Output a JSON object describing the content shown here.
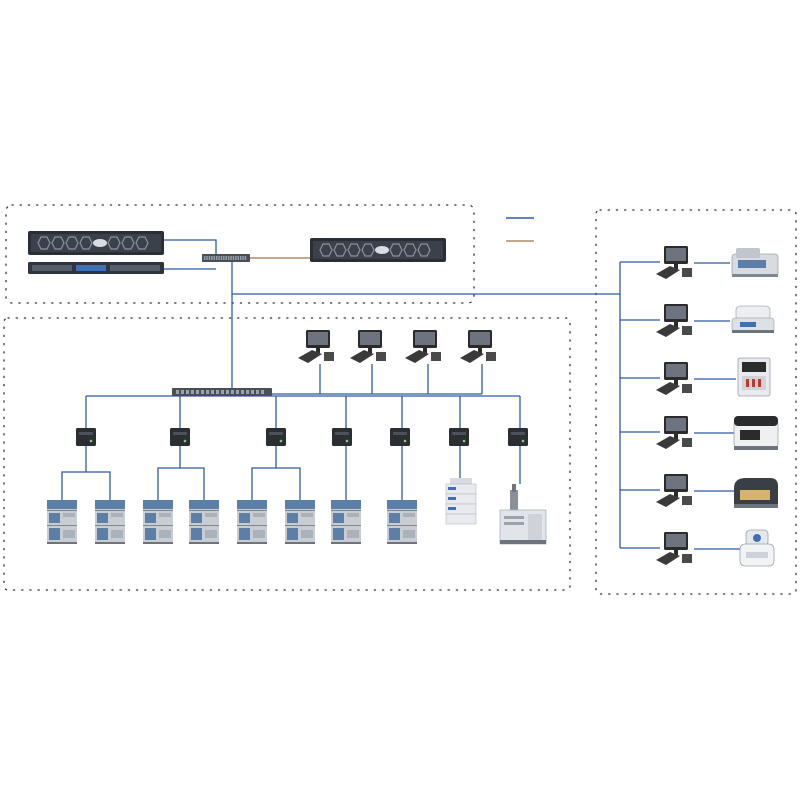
{
  "diagram": {
    "kind": "laboratory-network-topology",
    "colors": {
      "network_line": "#2e5aa7",
      "backup_line": "#b08a6a",
      "zone_border": "#333333",
      "server_body": "#2a2f36",
      "server_bezel": "#5a6270",
      "device_gray": "#c9ccd1",
      "hplc_blue": "#5b7fa6",
      "workstation_dark": "#2b2b2b"
    },
    "legend": {
      "items": [
        {
          "name": "network-line",
          "color": "#2e5aa7"
        },
        {
          "name": "backup-line",
          "color": "#b08a6a"
        }
      ]
    },
    "icons": {
      "server": "rack-server-icon",
      "switch": "network-switch-icon",
      "acquisition_box": "acquisition-box-icon",
      "workstation": "workstation-icon",
      "hplc": "hplc-instrument-icon",
      "gc": "gas-chromatograph-icon",
      "uv": "uv-spectrophotometer-icon",
      "balance": "analytical-balance-icon",
      "dissolution": "dissolution-tester-icon",
      "pcr": "pcr-instrument-icon",
      "analyzer": "benchtop-analyzer-icon",
      "particle": "particle-counter-icon"
    },
    "zones": [
      {
        "name": "server-room-zone"
      },
      {
        "name": "chromatography-lab-zone"
      },
      {
        "name": "instrument-lab-zone"
      }
    ],
    "lab_workstations": 4,
    "acquisition_boxes": 7,
    "hplc_units": 8,
    "right_lab_instruments": [
      "uv",
      "balance",
      "dissolution",
      "pcr",
      "analyzer",
      "particle"
    ]
  }
}
